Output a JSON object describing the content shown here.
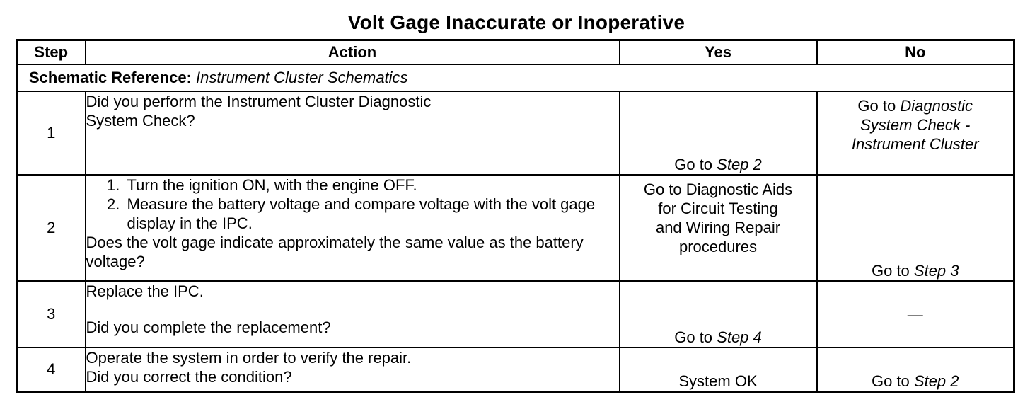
{
  "title": "Volt Gage Inaccurate or Inoperative",
  "headers": {
    "step": "Step",
    "action": "Action",
    "yes": "Yes",
    "no": "No"
  },
  "schematic": {
    "label": "Schematic Reference:",
    "value": "Instrument Cluster Schematics"
  },
  "rows": [
    {
      "step": "1",
      "action": [
        "Did you perform the Instrument Cluster Diagnostic",
        "System Check?"
      ],
      "yes_prefix": "Go to ",
      "yes_ref": "Step 2",
      "no_prefix": "Go to ",
      "no_ref_lines": [
        "Diagnostic",
        "System Check -",
        "Instrument Cluster"
      ]
    },
    {
      "step": "2",
      "action_items": [
        "Turn the ignition ON, with the engine OFF.",
        "Measure the battery voltage and compare voltage with the volt gage display in the IPC."
      ],
      "action_question": "Does the volt gage indicate approximately the same value as the battery voltage?",
      "yes_lines": [
        "Go to Diagnostic Aids",
        "for Circuit Testing",
        "and Wiring Repair",
        "procedures"
      ],
      "no_prefix": "Go to ",
      "no_ref": "Step 3"
    },
    {
      "step": "3",
      "action": [
        "Replace the IPC.",
        "Did you complete the replacement?"
      ],
      "yes_prefix": "Go to ",
      "yes_ref": "Step 4",
      "no_text": "—"
    },
    {
      "step": "4",
      "action": [
        "Operate the system in order to verify the repair.",
        "Did you correct the condition?"
      ],
      "yes_text": "System OK",
      "no_prefix": "Go to ",
      "no_ref": "Step 2"
    }
  ]
}
